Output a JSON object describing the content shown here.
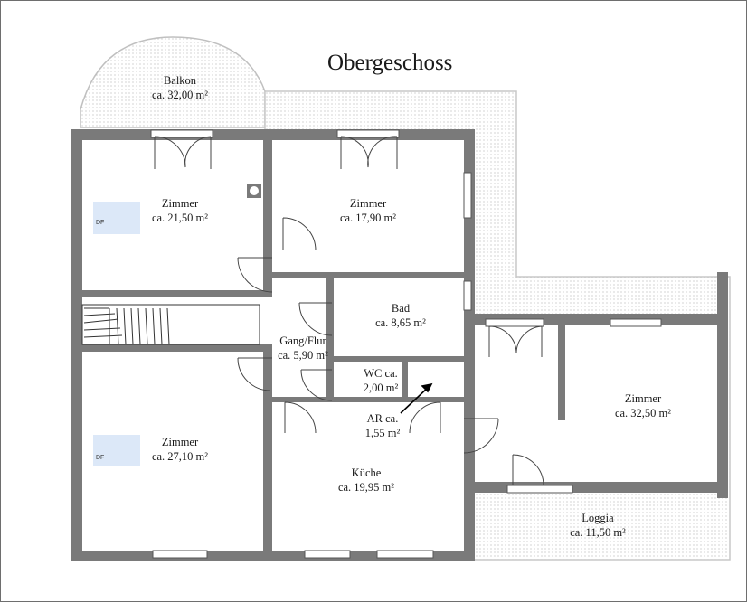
{
  "title": "Obergeschoss",
  "rooms": [
    {
      "name": "Balkon",
      "area": "ca. 32,00 m²"
    },
    {
      "name": "Zimmer",
      "area": "ca. 21,50 m²"
    },
    {
      "name": "Zimmer",
      "area": "ca. 17,90 m²"
    },
    {
      "name": "Bad",
      "area": "ca. 8,65 m²"
    },
    {
      "name": "Gang/Flur",
      "area": "ca. 5,90 m²"
    },
    {
      "name": "WC ca.",
      "area": "2,00 m²"
    },
    {
      "name": "AR ca.",
      "area": "1,55 m²"
    },
    {
      "name": "Zimmer",
      "area": "ca. 27,10 m²"
    },
    {
      "name": "Küche",
      "area": "ca. 19,95 m²"
    },
    {
      "name": "Zimmer",
      "area": "ca. 32,50 m²"
    },
    {
      "name": "Loggia",
      "area": "ca. 11,50 m²"
    }
  ],
  "df_label": "DF",
  "colors": {
    "wall": "#7a7a7a",
    "terrace_dots": "#c8c8c8",
    "skylight": "#dce8f8"
  }
}
